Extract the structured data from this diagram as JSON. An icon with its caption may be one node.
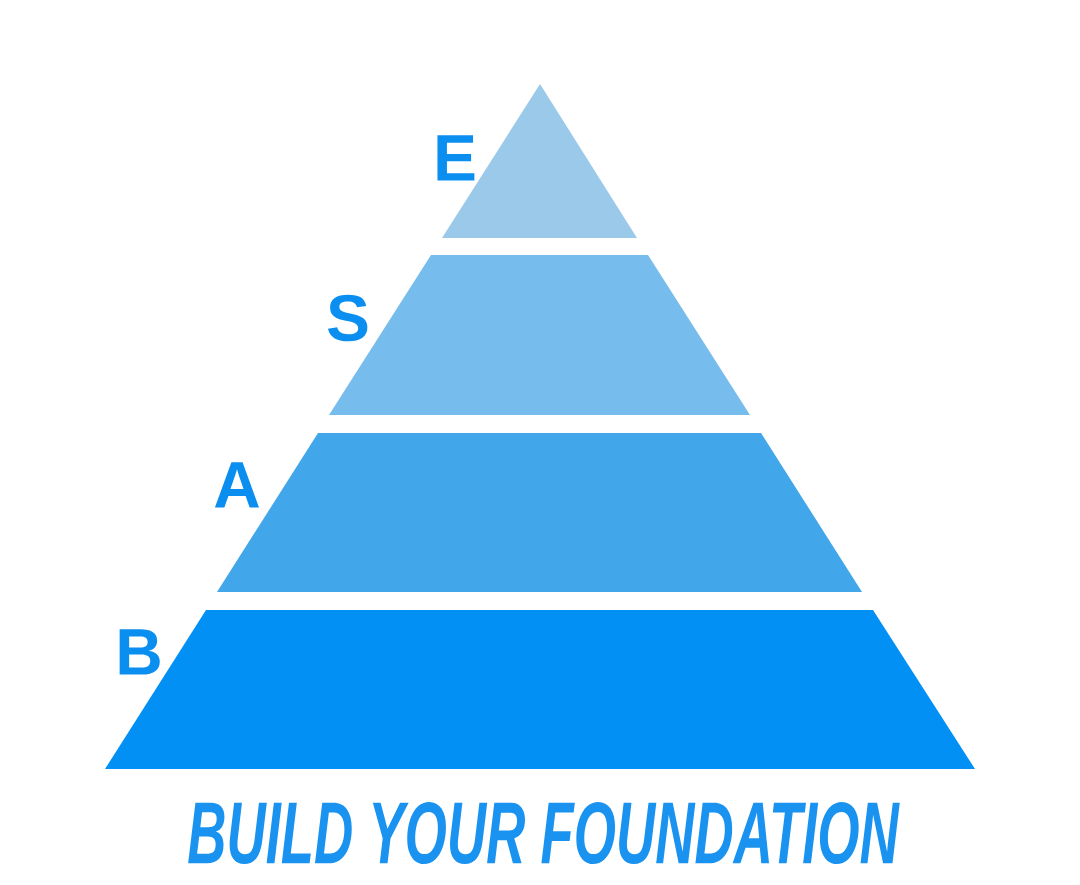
{
  "diagram": {
    "caption": "BUILD YOUR FOUNDATION",
    "nodes": [
      {
        "text": [
          "E"
        ]
      },
      {
        "text": [
          "S"
        ]
      },
      {
        "text": [
          "A"
        ]
      },
      {
        "text": [
          "B"
        ]
      }
    ]
  }
}
